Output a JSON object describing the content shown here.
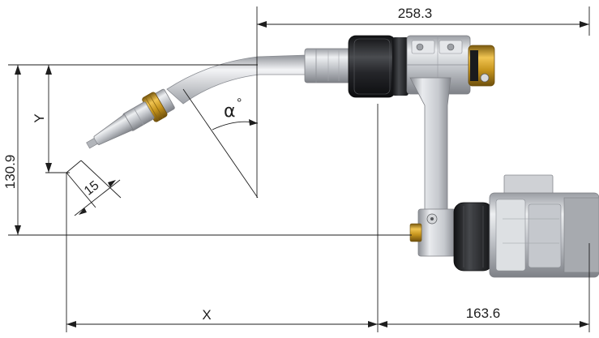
{
  "dimensions": {
    "overall_length": "258.3",
    "height": "130.9",
    "y_offset": "Y",
    "x_offset": "X",
    "tip_width": "15",
    "rear_length": "163.6",
    "angle_symbol": "α",
    "angle_unit": "°"
  },
  "colors": {
    "background": "#ffffff",
    "dimension_line": "#1e1e1e",
    "brass": "#c8961e",
    "steel": "#c9ccd1",
    "aluminum": "#d7d9dc",
    "black_insulator": "#232427"
  }
}
